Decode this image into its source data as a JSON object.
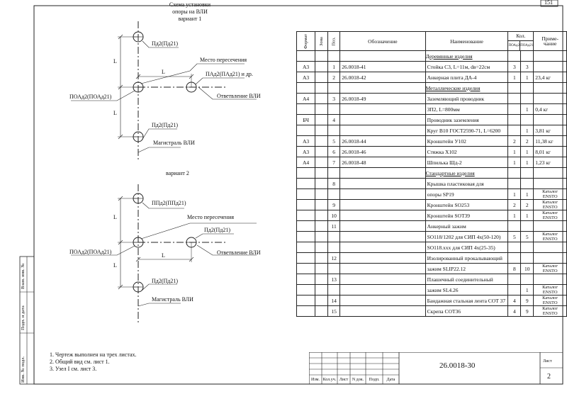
{
  "page_number_top": "151",
  "scheme": {
    "title_lines": [
      "Схема установки",
      "опоры на ВЛИ",
      "вариант 1"
    ],
    "variant2_title": "вариант 2",
    "v1_labels": {
      "pd_top": "Пд2(Пд21)",
      "crossing": "Место пересечения",
      "L": "L",
      "pad": "ПАд2(ПАд21) и др.",
      "branch": "Ответвление ВЛИ",
      "poad": "ПОАд2(ПОАд21)",
      "pd_bottom": "Пд2(Пд21)",
      "main": "Магистраль ВЛИ",
      "side_L": "L"
    },
    "v2_labels": {
      "ppd": "ППд2(ППд21)",
      "crossing": "Место пересечения",
      "pd": "Пд2(Пд21)",
      "poad": "ПОАд2(ПОАд21)",
      "branch": "Ответвление ВЛИ",
      "L": "L",
      "pd_bottom": "Пд2(Пд21)",
      "main": "Магистраль ВЛИ",
      "side_L": "L"
    }
  },
  "table": {
    "headers": {
      "format": "Формат",
      "zone": "Зона",
      "pos": "Поз.",
      "designation": "Обозначение",
      "name": "Наименование",
      "qty": "Кол.",
      "qty_a": "ПОАд2",
      "qty_b": "ПОАд21",
      "note": "Приме-чание"
    },
    "rows": [
      {
        "type": "section",
        "name": "Деревянные изделия"
      },
      {
        "format": "А3",
        "pos": "1",
        "des": "26.0018-41",
        "name": "Стойка С3, L=11м, dв=22см",
        "q1": "3",
        "q2": "3",
        "note": ""
      },
      {
        "format": "А3",
        "pos": "2",
        "des": "26.0018-42",
        "name": "Анкерная плита ДА-4",
        "q1": "1",
        "q2": "1",
        "note": "23,4 кг"
      },
      {
        "type": "section",
        "name": "Металлические изделия"
      },
      {
        "format": "А4",
        "pos": "3",
        "des": "26.0018-49",
        "name": "Заземляющий проводник",
        "q1": "",
        "q2": "",
        "note": ""
      },
      {
        "format": "",
        "pos": "",
        "des": "",
        "name": "ЗП2, L=800мм",
        "q1": "",
        "q2": "1",
        "note": "0,4 кг"
      },
      {
        "format": "БЧ",
        "pos": "4",
        "des": "",
        "name": "Проводник заземления",
        "q1": "",
        "q2": "",
        "note": ""
      },
      {
        "format": "",
        "pos": "",
        "des": "",
        "name": "Круг В10 ГОСТ2590-71, L=6200",
        "q1": "",
        "q2": "1",
        "note": "3,81 кг"
      },
      {
        "format": "А3",
        "pos": "5",
        "des": "26.0018-44",
        "name": "Кронштейн У102",
        "q1": "2",
        "q2": "2",
        "note": "11,38 кг"
      },
      {
        "format": "А3",
        "pos": "6",
        "des": "26.0018-46",
        "name": "Стяжка Х102",
        "q1": "1",
        "q2": "1",
        "note": "8,01 кг"
      },
      {
        "format": "А4",
        "pos": "7",
        "des": "26.0018-48",
        "name": "Шпилька Шд-2",
        "q1": "1",
        "q2": "1",
        "note": "1,23 кг"
      },
      {
        "type": "section",
        "name": "Стандартные изделия"
      },
      {
        "format": "",
        "pos": "8",
        "des": "",
        "name": "Крышка пластиковая для",
        "q1": "",
        "q2": "",
        "note": ""
      },
      {
        "format": "",
        "pos": "",
        "des": "",
        "name": "опоры SP19",
        "q1": "1",
        "q2": "1",
        "note": "Каталог ENSTO"
      },
      {
        "format": "",
        "pos": "9",
        "des": "",
        "name": "Кронштейн SO253",
        "q1": "2",
        "q2": "2",
        "note": "Каталог ENSTO"
      },
      {
        "format": "",
        "pos": "10",
        "des": "",
        "name": "Кронштейн SOT39",
        "q1": "1",
        "q2": "1",
        "note": "Каталог ENSTO"
      },
      {
        "format": "",
        "pos": "11",
        "des": "",
        "name": "Анкерный зажим",
        "q1": "",
        "q2": "",
        "note": ""
      },
      {
        "format": "",
        "pos": "",
        "des": "",
        "name": "SO118/1202 для СИП 4х(50-120)",
        "q1": "5",
        "q2": "5",
        "note": "Каталог ENSTO"
      },
      {
        "format": "",
        "pos": "",
        "des": "",
        "name": "SO118.ххх для СИП 4х(25-35)",
        "q1": "",
        "q2": "",
        "note": ""
      },
      {
        "format": "",
        "pos": "12",
        "des": "",
        "name": "Изолированный прокалывающий",
        "q1": "",
        "q2": "",
        "note": ""
      },
      {
        "format": "",
        "pos": "",
        "des": "",
        "name": "зажим SLIP22.12",
        "q1": "8",
        "q2": "10",
        "note": "Каталог ENSTO"
      },
      {
        "format": "",
        "pos": "13",
        "des": "",
        "name": "Плашечный соединительный",
        "q1": "",
        "q2": "",
        "note": ""
      },
      {
        "format": "",
        "pos": "",
        "des": "",
        "name": "зажим SL4.26",
        "q1": "",
        "q2": "1",
        "note": "Каталог ENSTO"
      },
      {
        "format": "",
        "pos": "14",
        "des": "",
        "name": "Бандажная стальная лента СОТ 37",
        "q1": "4",
        "q2": "9",
        "note": "Каталог ENSTO"
      },
      {
        "format": "",
        "pos": "15",
        "des": "",
        "name": "Скрепа СОТ36",
        "q1": "4",
        "q2": "9",
        "note": "Каталог ENSTO"
      }
    ]
  },
  "notes": [
    "1. Чертеж выполнен на трех листах.",
    "2. Общий вид см. лист 1.",
    "3. Узел I см. лист 3."
  ],
  "title_block": {
    "designation": "26.0018-30",
    "sheet_label": "Лист",
    "sheet_number": "2",
    "cols": [
      "Изм.",
      "Кол.уч.",
      "Лист",
      "N док.",
      "Подп.",
      "Дата"
    ]
  },
  "margin_stamps": [
    "Инв. № подл.",
    "Подп. и дата",
    "Взам. инв. №"
  ]
}
